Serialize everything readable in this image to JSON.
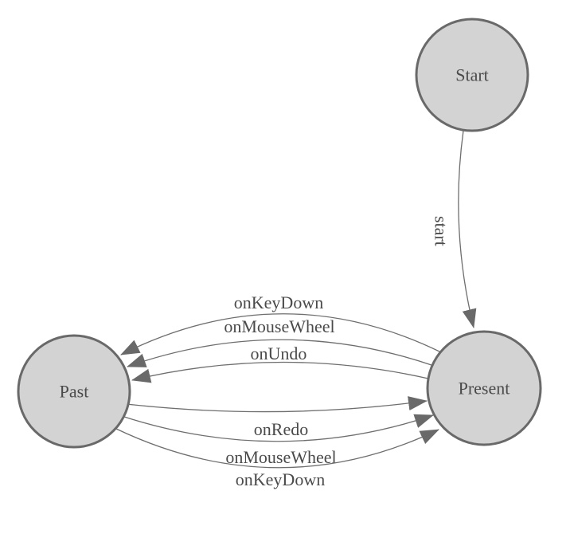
{
  "diagram_type": "state-machine",
  "colors": {
    "background": "#ffffff",
    "node_fill": "#d3d3d3",
    "node_stroke": "#696969",
    "edge_stroke": "#6e6e6e",
    "arrow_fill": "#696969",
    "label_text": "#4a4a4a"
  },
  "nodes": [
    {
      "id": "start",
      "label": "Start"
    },
    {
      "id": "present",
      "label": "Present"
    },
    {
      "id": "past",
      "label": "Past"
    }
  ],
  "edges": [
    {
      "from": "start",
      "to": "present",
      "label": "start"
    },
    {
      "from": "present",
      "to": "past",
      "label": "onKeyDown"
    },
    {
      "from": "present",
      "to": "past",
      "label": "onMouseWheel"
    },
    {
      "from": "present",
      "to": "past",
      "label": "onUndo"
    },
    {
      "from": "past",
      "to": "present",
      "label": "onRedo"
    },
    {
      "from": "past",
      "to": "present",
      "label": "onMouseWheel"
    },
    {
      "from": "past",
      "to": "present",
      "label": "onKeyDown"
    }
  ]
}
